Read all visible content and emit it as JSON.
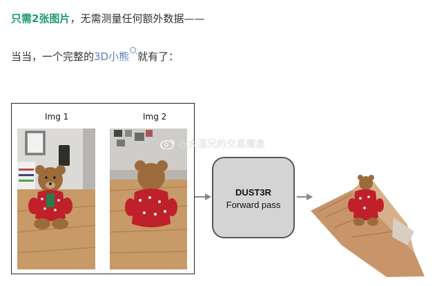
{
  "intro": {
    "highlight": "只需2张图片",
    "rest": "，无需测量任何额外数据——"
  },
  "result": {
    "prefix": "当当，一个完整的",
    "link": "3D小熊",
    "suffix": "就有了："
  },
  "figure": {
    "img1_label": "Img 1",
    "img2_label": "Img 2",
    "model_title": "DUST3R",
    "model_sub": "Forward pass",
    "watermark": "@大湿兄的交易魔盒"
  },
  "colors": {
    "highlight": "#1f9b6e",
    "link": "#5a7fb5",
    "box_fill": "#d4d4d4"
  }
}
